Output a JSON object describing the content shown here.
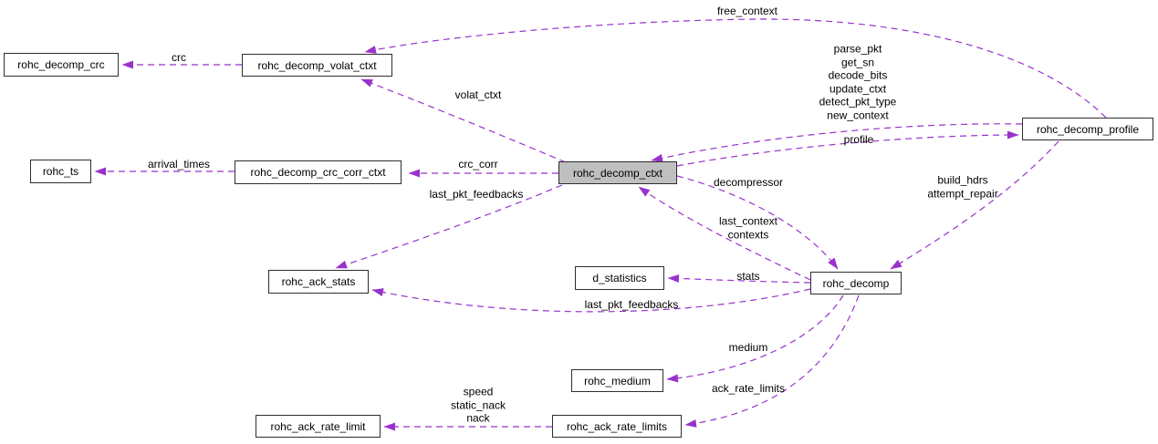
{
  "diagram_type": "collaboration-graph",
  "colors": {
    "edge": "#9932cc",
    "node_border": "#2e2e2e",
    "node_fill": "#ffffff",
    "highlight_node_fill": "#bfbfbf",
    "text": "#000000",
    "background": "#ffffff"
  },
  "nodes": {
    "rohc_decomp_crc": "rohc_decomp_crc",
    "rohc_decomp_volat_ctxt": "rohc_decomp_volat_ctxt",
    "rohc_ts": "rohc_ts",
    "rohc_decomp_crc_corr_ctxt": "rohc_decomp_crc_corr_ctxt",
    "rohc_decomp_ctxt": "rohc_decomp_ctxt",
    "rohc_decomp_profile": "rohc_decomp_profile",
    "rohc_ack_stats": "rohc_ack_stats",
    "d_statistics": "d_statistics",
    "rohc_decomp": "rohc_decomp",
    "rohc_medium": "rohc_medium",
    "rohc_ack_rate_limit": "rohc_ack_rate_limit",
    "rohc_ack_rate_limits": "rohc_ack_rate_limits"
  },
  "edge_labels": {
    "crc": "crc",
    "free_context": "free_context",
    "volat_ctxt": "volat_ctxt",
    "profile_functions": [
      "parse_pkt",
      "get_sn",
      "decode_bits",
      "update_ctxt",
      "detect_pkt_type",
      "new_context"
    ],
    "profile": "profile",
    "arrival_times": "arrival_times",
    "crc_corr": "crc_corr",
    "last_pkt_feedbacks_ctxt": "last_pkt_feedbacks",
    "decompressor": "decompressor",
    "last_context_contexts": [
      "last_context",
      "contexts"
    ],
    "build_hdrs_attempt_repair": [
      "build_hdrs",
      "attempt_repair"
    ],
    "stats": "stats",
    "last_pkt_feedbacks_decomp": "last_pkt_feedbacks",
    "medium": "medium",
    "ack_rate_limits": "ack_rate_limits",
    "ack_rate_limit_members": [
      "speed",
      "static_nack",
      "nack"
    ]
  }
}
